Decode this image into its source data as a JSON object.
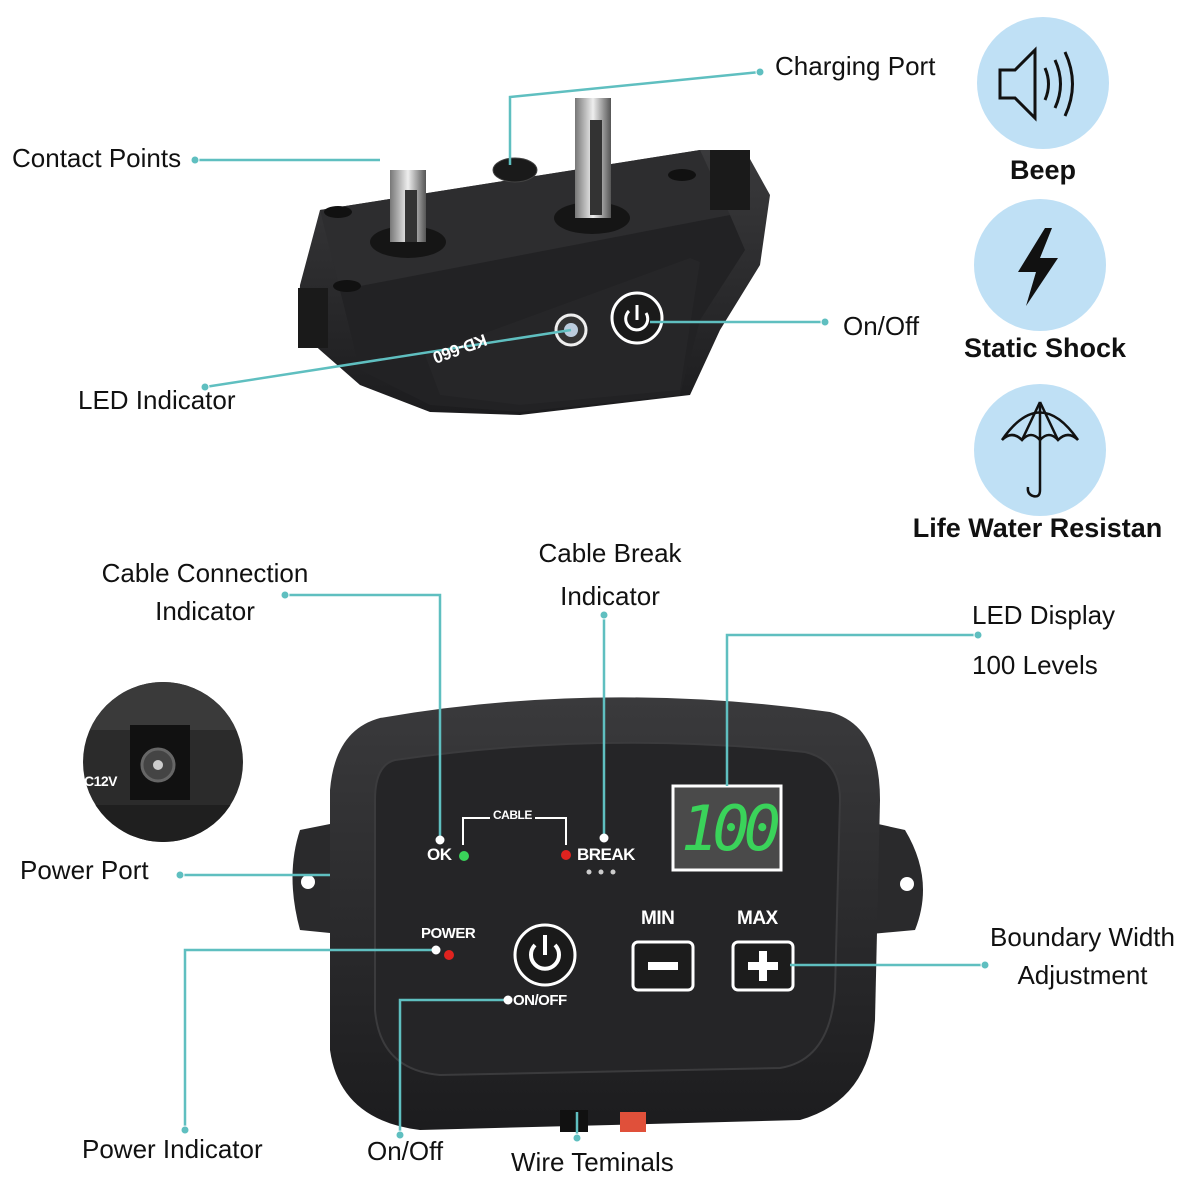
{
  "colors": {
    "leader_line": "#5fbfc0",
    "feature_circle": "#bfe0f5",
    "device_body": "#2a2a2c",
    "led_green": "#3ad35a",
    "led_red": "#e0231f"
  },
  "collar": {
    "model_text": "KD-660",
    "labels": {
      "contact_points": "Contact Points",
      "charging_port": "Charging Port",
      "on_off": "On/Off",
      "led_indicator": "LED Indicator"
    }
  },
  "features": [
    {
      "icon": "speaker-icon",
      "label": "Beep"
    },
    {
      "icon": "lightning-icon",
      "label": "Static Shock"
    },
    {
      "icon": "umbrella-icon",
      "label": "Life Water Resistan"
    }
  ],
  "base_unit": {
    "panel": {
      "cable": "CABLE",
      "ok": "OK",
      "break": "BREAK",
      "power": "POWER",
      "on_off": "ON/OFF",
      "min": "MIN",
      "max": "MAX",
      "display_value": "100",
      "port_voltage": "C12V"
    },
    "labels": {
      "cable_connection_line1": "Cable Connection",
      "cable_connection_line2": "Indicator",
      "cable_break_line1": "Cable Break",
      "cable_break_line2": "Indicator",
      "led_display_line1": "LED Display",
      "led_display_line2": "100 Levels",
      "power_port": "Power Port",
      "boundary_line1": "Boundary Width",
      "boundary_line2": "Adjustment",
      "power_indicator": "Power Indicator",
      "on_off": "On/Off",
      "wire_terminals": "Wire Teminals"
    }
  }
}
